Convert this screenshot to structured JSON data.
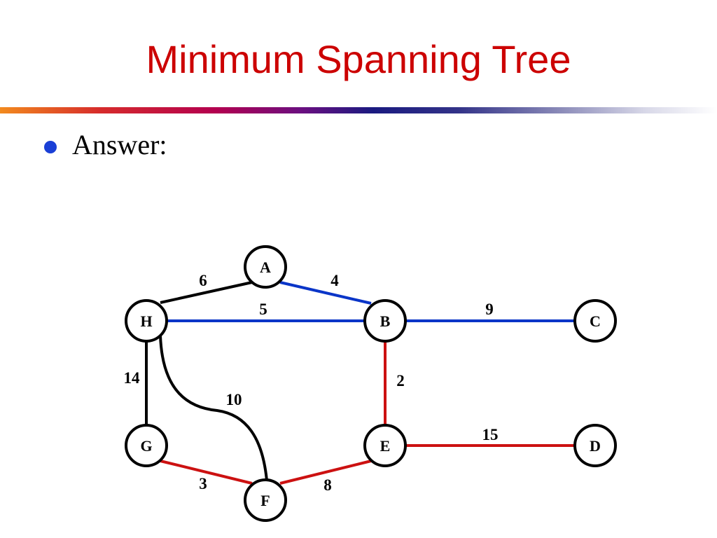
{
  "title": "Minimum Spanning Tree",
  "bullet": "Answer:",
  "colors": {
    "title": "#cc0000",
    "bullet": "#1a3fd6",
    "edge_black": "#000000",
    "edge_blue": "#0a35c8",
    "edge_red": "#cc1111"
  },
  "nodes": [
    {
      "id": "A",
      "label": "A"
    },
    {
      "id": "B",
      "label": "B"
    },
    {
      "id": "C",
      "label": "C"
    },
    {
      "id": "D",
      "label": "D"
    },
    {
      "id": "E",
      "label": "E"
    },
    {
      "id": "F",
      "label": "F"
    },
    {
      "id": "G",
      "label": "G"
    },
    {
      "id": "H",
      "label": "H"
    }
  ],
  "edges": [
    {
      "from": "H",
      "to": "A",
      "weight": "6",
      "color": "black"
    },
    {
      "from": "A",
      "to": "B",
      "weight": "4",
      "color": "blue"
    },
    {
      "from": "H",
      "to": "B",
      "weight": "5",
      "color": "blue"
    },
    {
      "from": "B",
      "to": "C",
      "weight": "9",
      "color": "blue"
    },
    {
      "from": "H",
      "to": "G",
      "weight": "14",
      "color": "black"
    },
    {
      "from": "H",
      "to": "F",
      "weight": "10",
      "color": "black"
    },
    {
      "from": "B",
      "to": "E",
      "weight": "2",
      "color": "red"
    },
    {
      "from": "E",
      "to": "D",
      "weight": "15",
      "color": "red"
    },
    {
      "from": "G",
      "to": "F",
      "weight": "3",
      "color": "red"
    },
    {
      "from": "F",
      "to": "E",
      "weight": "8",
      "color": "red"
    }
  ]
}
